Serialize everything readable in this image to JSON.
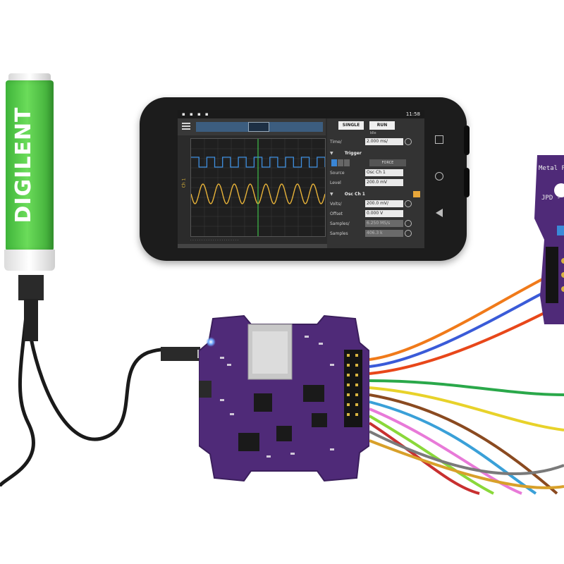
{
  "powerbank": {
    "brand": "DIGILENT"
  },
  "phone": {
    "status_time": "11:58",
    "controls": {
      "single_label": "SINGLE",
      "run_label": "RUN",
      "state": "Idle",
      "time_label": "Time/",
      "time_value": "2.000 ms/",
      "trigger_label": "Trigger",
      "force_label": "FORCE",
      "source_label": "Source",
      "source_value": "Osc Ch 1",
      "level_label": "Level",
      "level_value": "200.0 mV",
      "osc_label": "Osc Ch 1",
      "volts_label": "Volts/",
      "volts_value": "200.0 mV/",
      "offset_label": "Offset",
      "offset_value": "0.000 V",
      "samples_label": "Samples/",
      "samples_value": "6.250 MS/s",
      "samples2_label": "Samples",
      "samples2_value": "406.3 k"
    },
    "channel_label": "Ch 1",
    "colors": {
      "ch1": "#e8b339",
      "ch2": "#3f8fe0",
      "trigger": "#3fbf4a",
      "screen_bg": "#1f1f1f"
    }
  },
  "breakout": {
    "label_top": "Metal Pro",
    "label_mid": "JPD -"
  },
  "colors": {
    "pcb": "#4f2a78",
    "powerbank": "#49c43f",
    "cable": "#1a1a1a"
  }
}
